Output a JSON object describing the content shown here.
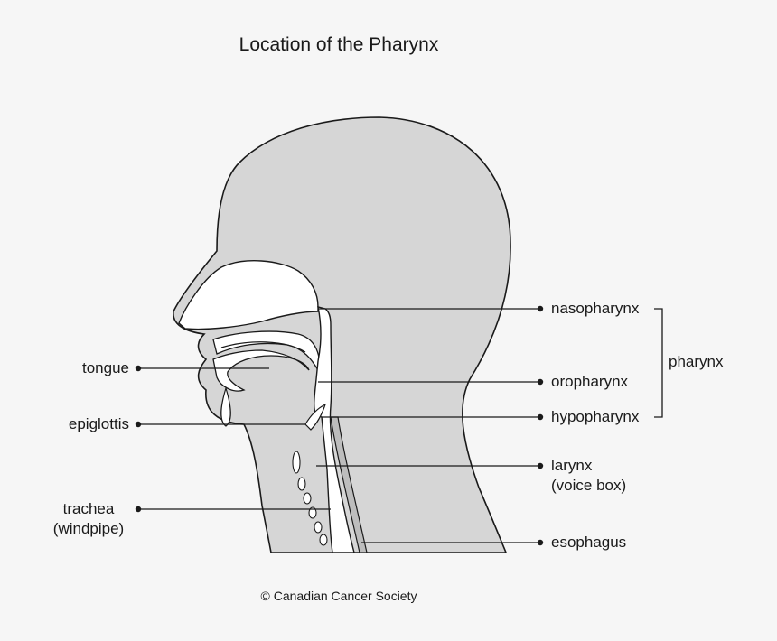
{
  "title": "Location of the Pharynx",
  "colors": {
    "background": "#f6f6f6",
    "head_fill": "#d6d6d6",
    "cavity_fill": "#ffffff",
    "outline": "#1a1a1a"
  },
  "labels": {
    "tongue": "tongue",
    "epiglottis": "epiglottis",
    "trachea": "trachea",
    "trachea_alt": "(windpipe)",
    "nasopharynx": "nasopharynx",
    "oropharynx": "oropharynx",
    "hypopharynx": "hypopharynx",
    "larynx": "larynx",
    "larynx_alt": "(voice box)",
    "esophagus": "esophagus",
    "pharynx": "pharynx"
  },
  "credit": "© Canadian Cancer Society"
}
